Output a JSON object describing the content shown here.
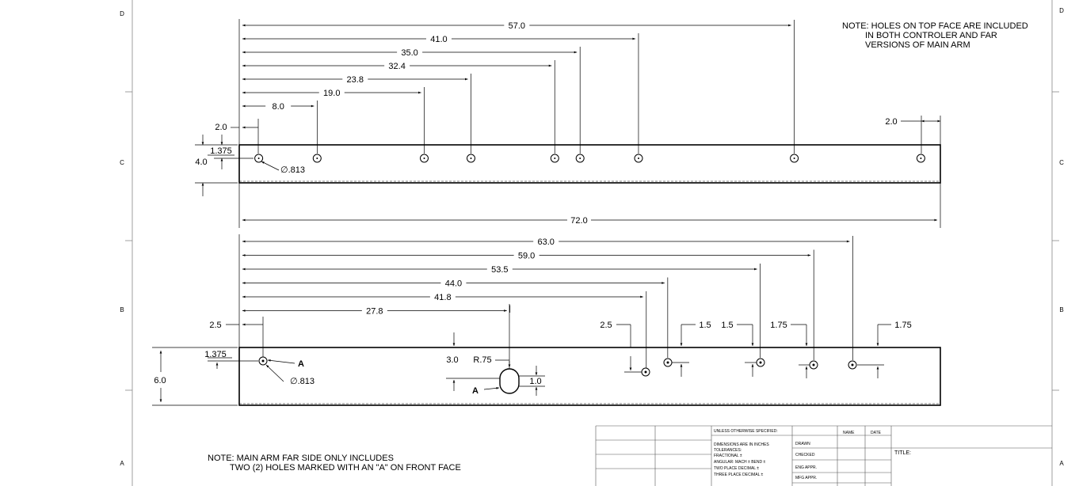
{
  "zones": {
    "left": [
      "D",
      "C",
      "B",
      "A"
    ],
    "right": [
      "D",
      "C",
      "B",
      "A"
    ]
  },
  "top_view": {
    "hole_positions": [
      2.0,
      8.0,
      19.0,
      23.8,
      32.4,
      35.0,
      41.0,
      57.0,
      70.0
    ],
    "dim_labels": [
      "57.0",
      "41.0",
      "35.0",
      "32.4",
      "23.8",
      "19.0",
      "8.0"
    ],
    "edge_left": "2.0",
    "edge_right": "2.0",
    "height": "4.0",
    "hole_offset": "1.375",
    "hole_dia": "∅.813",
    "overall_length": "72.0"
  },
  "front_view": {
    "dim_labels": [
      "63.0",
      "59.0",
      "53.5",
      "44.0",
      "41.8",
      "27.8"
    ],
    "edge_left": "2.5",
    "hole_offset": "1.375",
    "height": "6.0",
    "hole_dia": "∅.813",
    "marker_a": "A",
    "slot_depth": "3.0",
    "slot_radius": "R.75",
    "slot_height": "1.0",
    "slot_marker": "A",
    "hole_drops": [
      "2.5",
      "1.5",
      "1.5",
      "1.75",
      "1.75"
    ]
  },
  "notes": {
    "top_line1": "NOTE: HOLES ON TOP FACE ARE INCLUDED",
    "top_line2": "IN BOTH CONTROLER AND FAR",
    "top_line3": "VERSIONS OF MAIN ARM",
    "bottom_line1": "NOTE: MAIN ARM FAR SIDE ONLY INCLUDES",
    "bottom_line2": "TWO (2) HOLES MARKED WITH AN \"A\" ON FRONT FACE"
  },
  "title_block": {
    "unless": "UNLESS OTHERWISE SPECIFIED:",
    "name": "NAME",
    "date": "DATE",
    "dims_l1": "DIMENSIONS ARE IN INCHES",
    "dims_l2": "TOLERANCES:",
    "dims_l3": "FRACTIONAL ±",
    "dims_l4": "ANGULAR: MACH ±   BEND ±",
    "dims_l5": "TWO PLACE DECIMAL  ±",
    "dims_l6": "THREE PLACE DECIMAL  ±",
    "drawn": "DRAWN",
    "checked": "CHECKED",
    "eng_appr": "ENG APPR.",
    "mfg_appr": "MFG APPR.",
    "title": "TITLE:"
  }
}
